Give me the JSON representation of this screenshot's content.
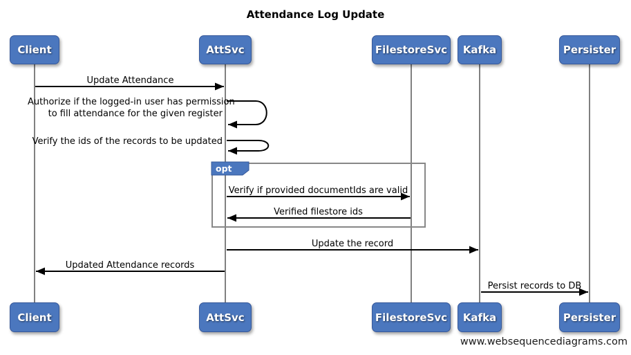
{
  "title": "Attendance Log Update",
  "actors": [
    "Client",
    "AttSvc",
    "FilestoreSvc",
    "Kafka",
    "Persister"
  ],
  "messages": {
    "update_attendance": "Update Attendance",
    "authorize_line1": "Authorize if the logged-in user has permission",
    "authorize_line2": "to fill attendance for the given register",
    "verify_ids": "Verify the ids of the records to be updated",
    "verify_document_ids": "Verify if provided documentIds are valid",
    "verified_filestore_ids": "Verified filestore ids",
    "update_the_record": "Update the record",
    "updated_attendance_records": "Updated Attendance records",
    "persist_records": "Persist records to DB"
  },
  "fragment": {
    "opt_label": "opt"
  },
  "footer": "www.websequencediagrams.com",
  "colors": {
    "actor_fill": "#4b77be",
    "actor_border": "#36589a",
    "actor_text": "#ffffff",
    "lifeline": "#808080",
    "frame_border": "#878787",
    "message_line": "#000000"
  }
}
